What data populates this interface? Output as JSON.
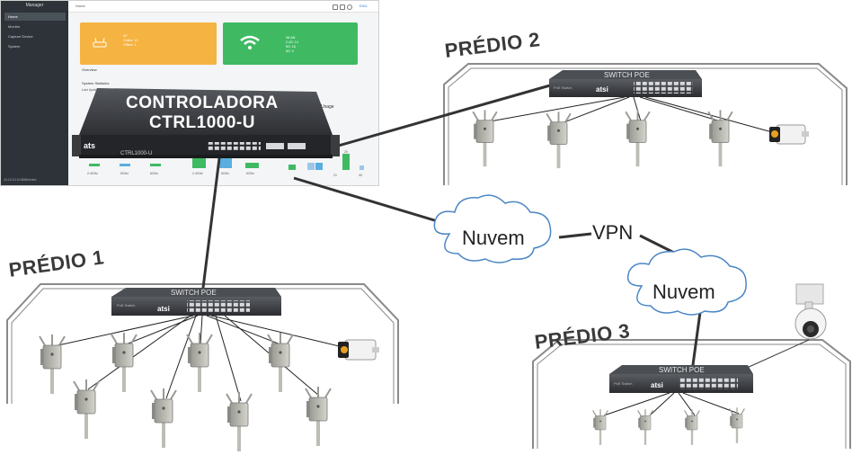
{
  "controller_ui": {
    "sidebar_title": "Manager",
    "menu": [
      "Home",
      "Monitor",
      "Capture Device",
      "System"
    ],
    "footer_ip": "10.10.10.10:8080/index",
    "breadcrumb": "Home",
    "language": "ENG",
    "card_ap": {
      "line1": "AP",
      "line2": "Online: 12",
      "line3": "Offline: 1"
    },
    "card_wifi": {
      "line1": "WLAN",
      "line2": "2.4G: 14",
      "line3": "5G: 18",
      "line4": "6G: 0"
    },
    "overview_label": "Overview",
    "system_statistics_label": "System Statistics",
    "last_update_label": "Last Update Ti",
    "cpu_usage_label": "e CPU Usage",
    "left_bar_labels": [
      "2.4GHz",
      "5GHz",
      "6GHz"
    ],
    "mid_bar_labels": [
      "2.4GHz",
      "5GHz",
      "6GHz"
    ],
    "cpu_tick_labels": [
      "20",
      "21",
      "40"
    ],
    "colors": {
      "ap_card": "#f5b342",
      "wifi_card": "#3fba63",
      "sidebar": "#2d3338"
    }
  },
  "controller": {
    "title_line1": "CONTROLADORA",
    "title_line2": "CTRL1000-U",
    "brand": "ats",
    "model_plate": "CTRL1000-U"
  },
  "buildings": [
    {
      "label": "PRÉDIO 1",
      "switch_label": "SWITCH POE",
      "switch_brand": "atsi",
      "switch_small": "PoE Switch"
    },
    {
      "label": "PRÉDIO 2",
      "switch_label": "SWITCH POE",
      "switch_brand": "atsi",
      "switch_small": "PoE Switch"
    },
    {
      "label": "PRÉDIO 3",
      "switch_label": "SWITCH POE",
      "switch_brand": "atsi",
      "switch_small": "PoE Switch"
    }
  ],
  "clouds": [
    "Nuvem",
    "Nuvem"
  ],
  "vpn_label": "VPN"
}
